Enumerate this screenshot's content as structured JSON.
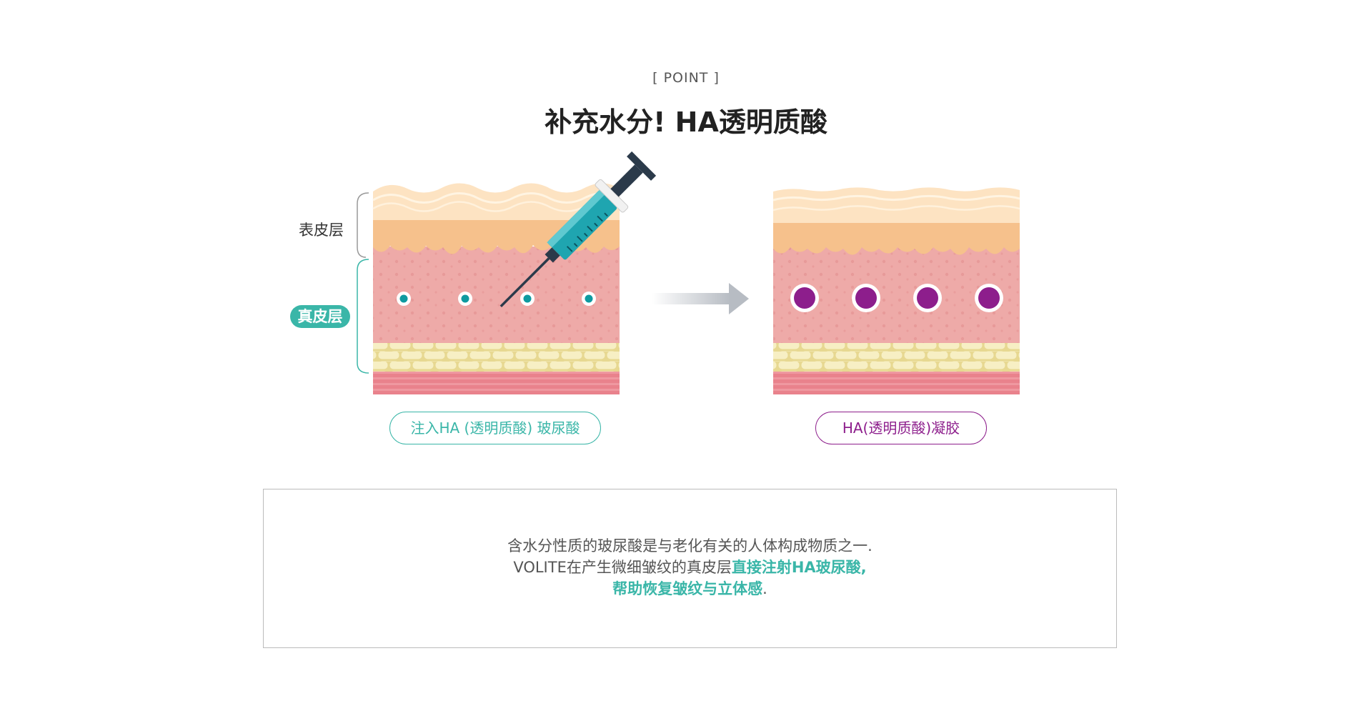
{
  "header": {
    "eyebrow": "[ POINT ]",
    "title": "补充水分! HA透明质酸"
  },
  "legend": {
    "epidermis": "表皮层",
    "dermis": "真皮层"
  },
  "captions": {
    "before": "注入HA (透明质酸) 玻尿酸",
    "after": "HA(透明质酸)凝胶"
  },
  "info": {
    "line1": "含水分性质的玻尿酸是与老化有关的人体构成物质之一.",
    "line2_prefix": "VOLITE在产生微细皱纹的真皮层",
    "line2_highlight": "直接注射HA玻尿酸,",
    "line3_highlight": "帮助恢复皱纹与立体感",
    "line3_suffix": "."
  },
  "colors": {
    "teal": "#3ab6a8",
    "purple": "#8d1e8c",
    "epidermis_top": "#fde6c8",
    "epidermis_mid": "#f7c99a",
    "dermis": "#eeaaa8",
    "fat": "#eee3a8",
    "muscle": "#e98891"
  }
}
